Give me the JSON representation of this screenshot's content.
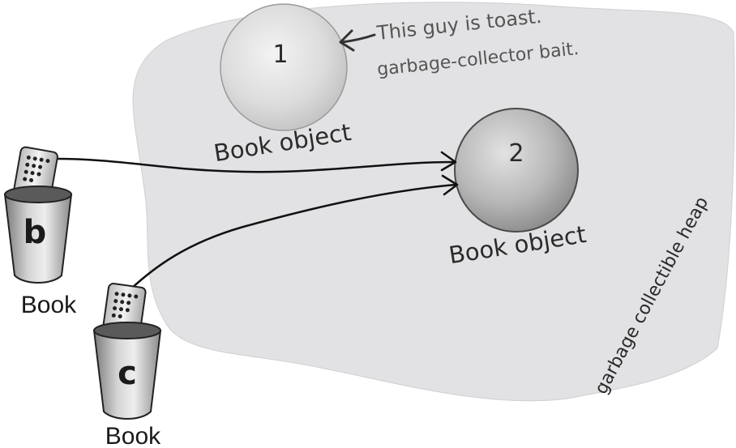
{
  "heap": {
    "label": "garbage collectible heap",
    "fill_color": "#e2e2e4"
  },
  "objects": [
    {
      "number": "1",
      "label": "Book object"
    },
    {
      "number": "2",
      "label": "Book object"
    }
  ],
  "annotation": {
    "line1": "This guy is toast.",
    "line2": "garbage-collector bait."
  },
  "references": [
    {
      "name": "b",
      "type": "Book"
    },
    {
      "name": "c",
      "type": "Book"
    }
  ],
  "icons": {
    "remote": "remote-control-icon",
    "cup": "reference-cup-icon",
    "arrow": "reference-arrow-icon"
  }
}
